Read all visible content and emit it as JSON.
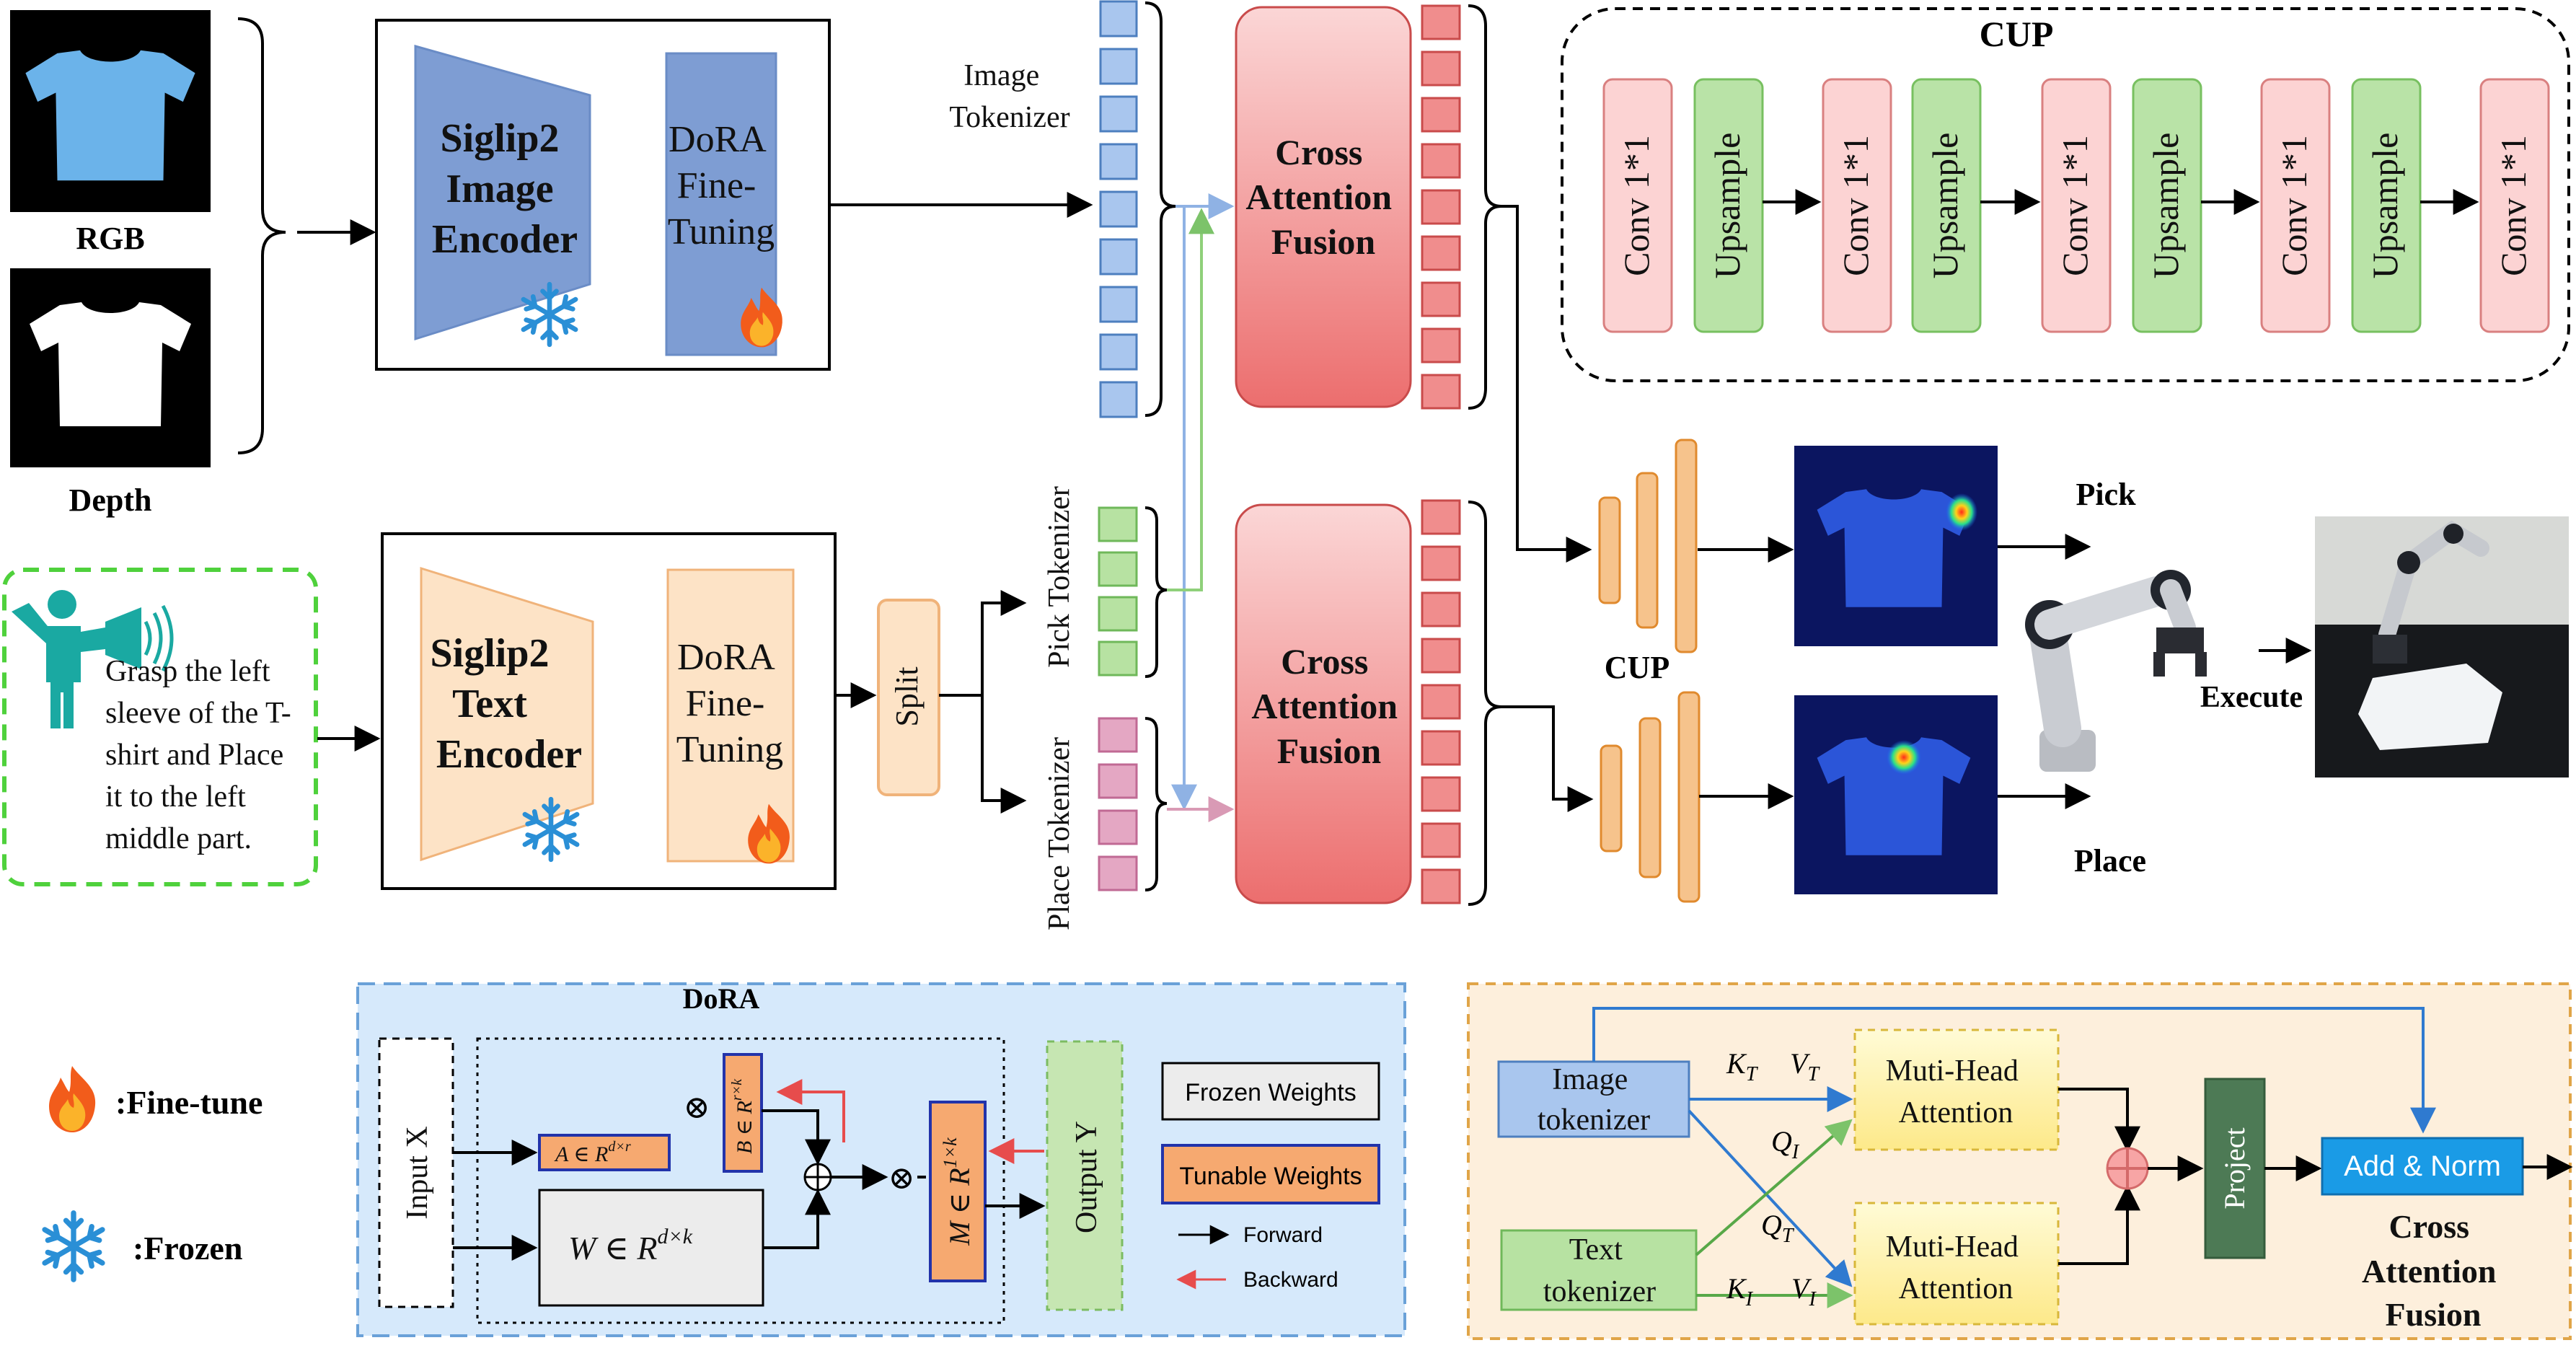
{
  "inputs": {
    "rgb_label": "RGB",
    "depth_label": "Depth"
  },
  "instruction": {
    "lines": [
      "Grasp the left",
      "sleeve of the T-",
      "shirt and Place",
      "it to the left",
      "middle part."
    ]
  },
  "image_encoder": {
    "lines": [
      "Siglip2",
      "Image",
      "Encoder"
    ]
  },
  "text_encoder": {
    "lines": [
      "Siglip2",
      "Text",
      "Encoder"
    ]
  },
  "dora_block": {
    "lines": [
      "DoRA",
      "Fine-",
      "Tuning"
    ]
  },
  "split_label": "Split",
  "image_tokenizer_lines": [
    "Image",
    "Tokenizer"
  ],
  "pick_tokenizer_label": "Pick Tokenizer",
  "place_tokenizer_label": "Place Tokenizer",
  "cross_attention": {
    "lines": [
      "Cross",
      "Attention",
      "Fusion"
    ]
  },
  "cup": {
    "title": "CUP",
    "label": "CUP",
    "conv_label": "Conv 1*1",
    "upsample_label": "Upsample"
  },
  "outputs": {
    "pick": "Pick",
    "place": "Place",
    "execute": "Execute"
  },
  "legend": {
    "fine_tune": ":Fine-tune",
    "frozen": ":Frozen"
  },
  "dora_detail": {
    "title": "DoRA",
    "input_x": "Input X",
    "output_y": "Output Y",
    "a_base": "A ∈ R",
    "a_sup": "d×r",
    "b_base": "B ∈ R",
    "b_sup": "r×k",
    "m_base": "M ∈ R",
    "m_sup": "1×k",
    "w_base": "W ∈ R",
    "w_sup": "d×k",
    "frozen_weights": "Frozen Weights",
    "tunable_weights": "Tunable Weights",
    "forward": "Forward",
    "backward": "Backward"
  },
  "caf_detail": {
    "image_tokenizer": [
      "Image",
      "tokenizer"
    ],
    "text_tokenizer": [
      "Text",
      "tokenizer"
    ],
    "kt": "K",
    "kt_sub": "T",
    "vt": "V",
    "vt_sub": "T",
    "qi": "Q",
    "qi_sub": "I",
    "qt": "Q",
    "qt_sub": "T",
    "ki": "K",
    "ki_sub": "I",
    "vi": "V",
    "vi_sub": "I",
    "mha": [
      "Muti-Head",
      "Attention"
    ],
    "project": "Project",
    "add_norm": "Add & Norm",
    "caption": [
      "Cross",
      "Attention",
      "Fusion"
    ]
  },
  "colors": {
    "encoder_blue": "#7e9dd3",
    "encoder_orange": "#fde3c6",
    "fusion_red": "#f07f7f",
    "token_blue": "#a9c6ee",
    "token_green": "#b7e2a2",
    "token_pink": "#e4a7c3",
    "cup_orange": "#f6c38c",
    "dora_bg": "#d6e9fb",
    "caf_bg": "#fdefdc"
  }
}
